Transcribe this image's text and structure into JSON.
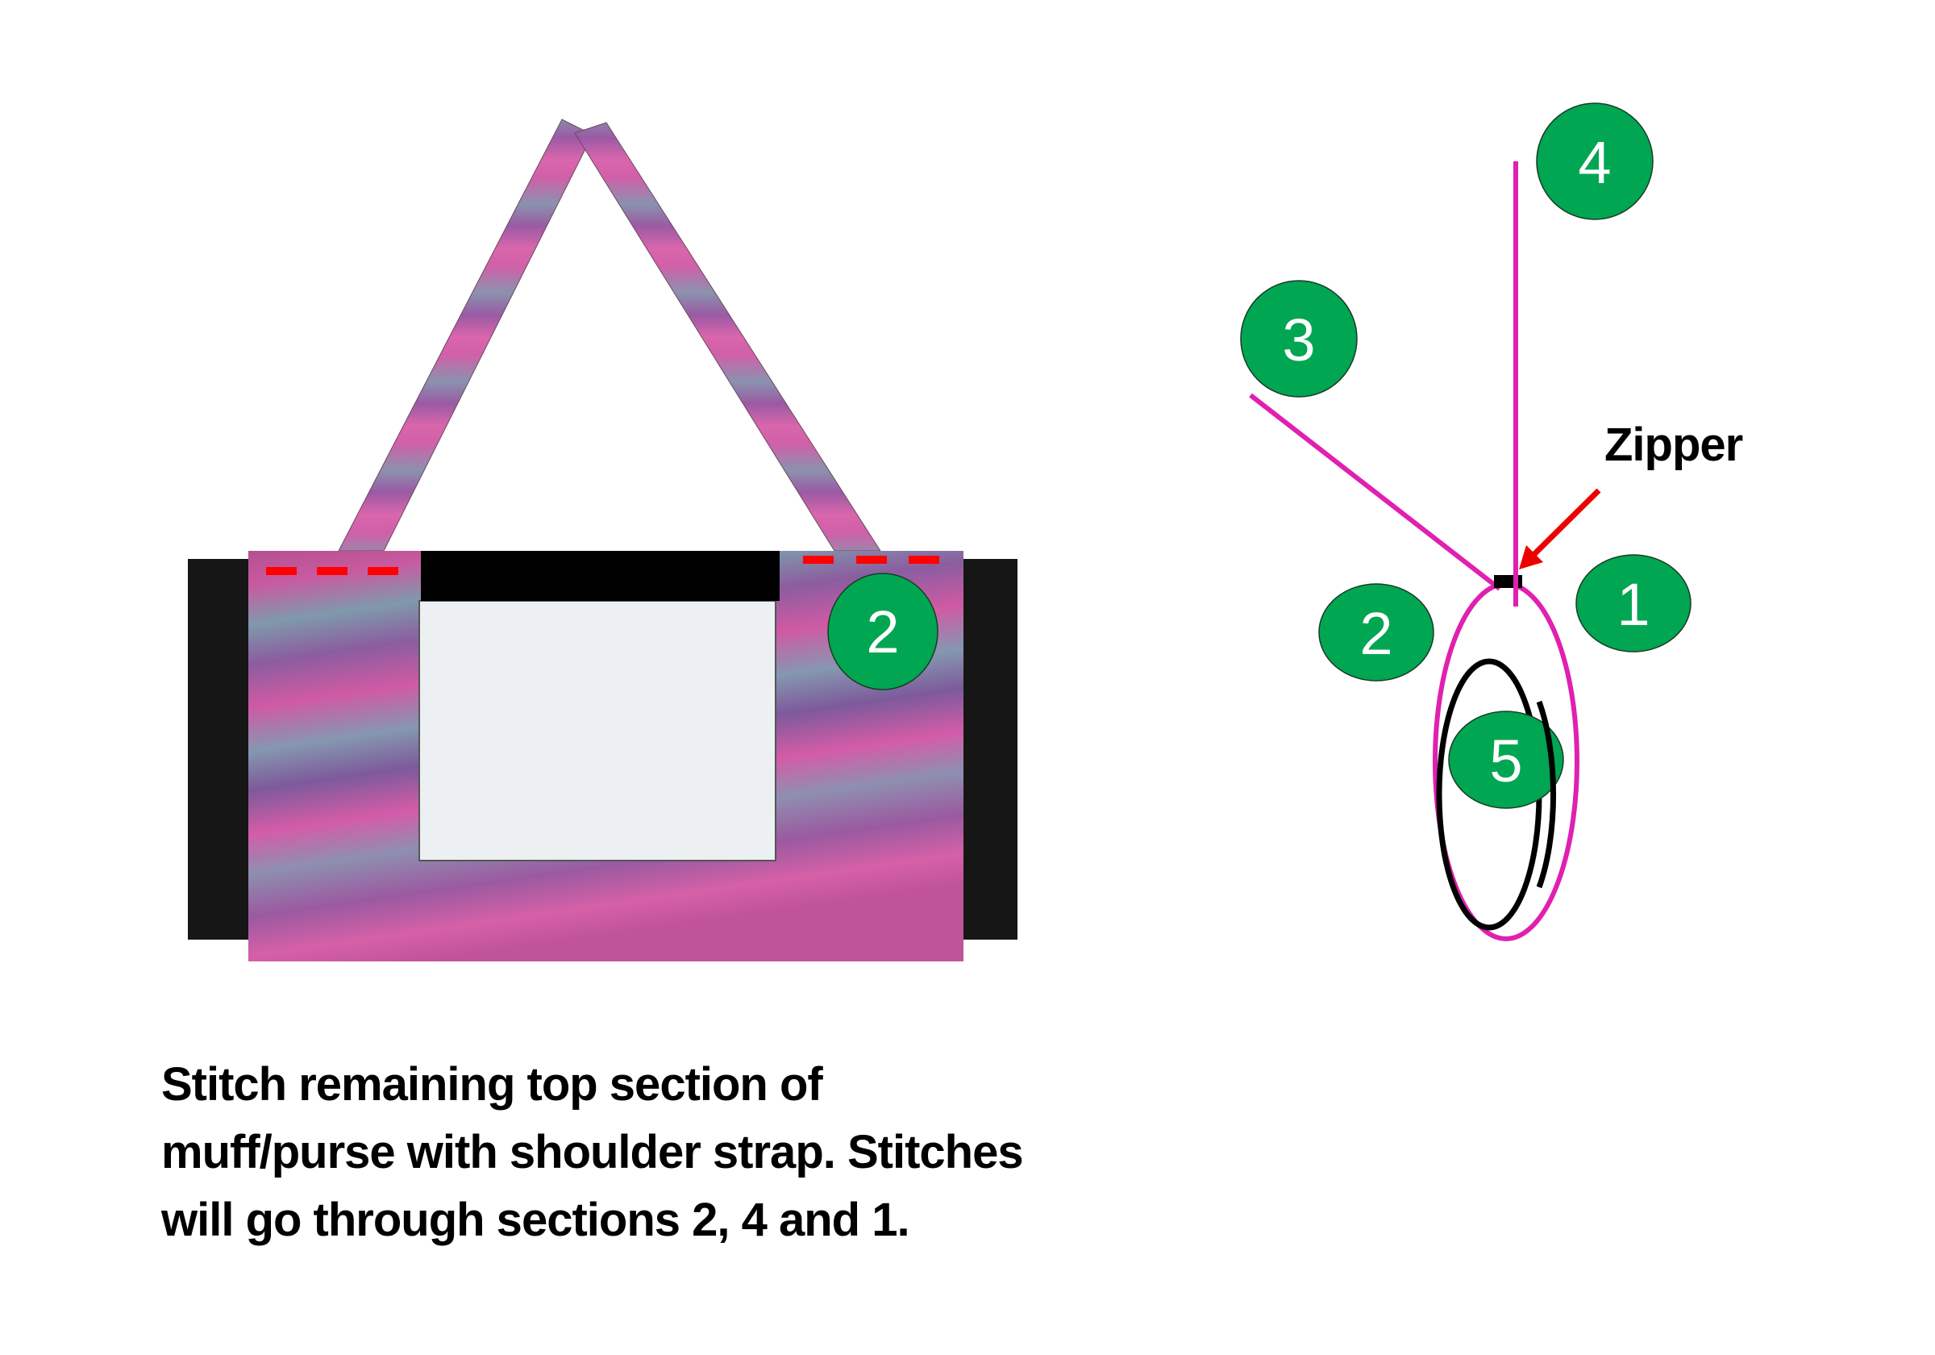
{
  "caption": {
    "lines": [
      "Stitch remaining top section of",
      "muff/purse with shoulder strap. Stitches",
      "will go through sections 2, 4 and 1."
    ]
  },
  "labels": {
    "zipper": "Zipper"
  },
  "bag_illustration": {
    "section_marker": "2",
    "stitch_line_color": "#ff0000",
    "fur_colors": [
      "#c8509a",
      "#8a6aa6",
      "#7e9ab0",
      "#d060a8"
    ],
    "side_panel_color": "#161616",
    "window_color": "#edf0f3",
    "window_header_color": "#000000"
  },
  "cross_section_diagram": {
    "markers": [
      {
        "id": "1",
        "label": "1"
      },
      {
        "id": "2",
        "label": "2"
      },
      {
        "id": "3",
        "label": "3"
      },
      {
        "id": "4",
        "label": "4"
      },
      {
        "id": "5",
        "label": "5"
      }
    ],
    "marker_color": "#00a651",
    "outer_layer_color": "#e020b0",
    "inner_layer_color": "#000000",
    "arrow_color": "#ee0000"
  }
}
